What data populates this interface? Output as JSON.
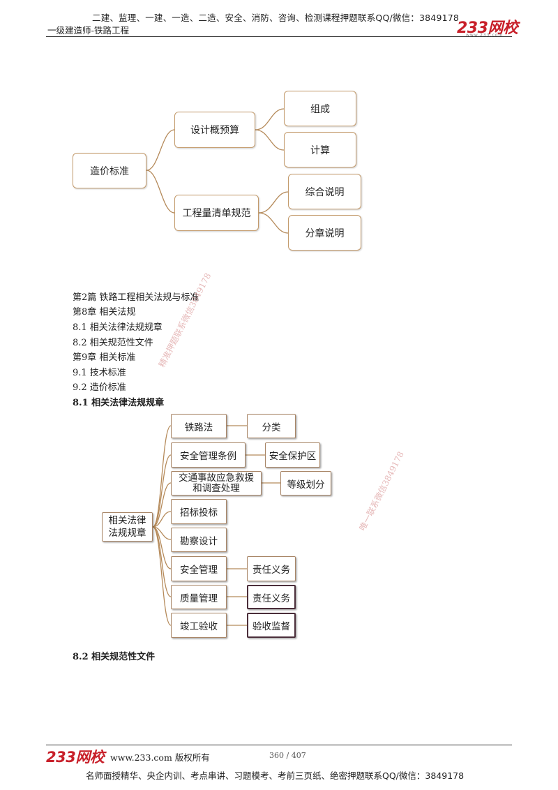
{
  "header": {
    "line1": "二建、监理、一建、一造、二造、安全、消防、咨询、检测课程押题联系QQ/微信：3849178",
    "line2": "一级建造师-铁路工程",
    "logo": "233网校",
    "logo_sub": "www.233.com"
  },
  "mindmap1": {
    "root": "造价标准",
    "branches": [
      {
        "label": "设计概预算",
        "children": [
          "组成",
          "计算"
        ]
      },
      {
        "label": "工程量清单规范",
        "children": [
          "综合说明",
          "分章说明"
        ]
      }
    ]
  },
  "toc": [
    {
      "text": "第2篇  铁路工程相关法规与标准"
    },
    {
      "text": "第8章  相关法规"
    },
    {
      "text": "8.1  相关法律法规规章"
    },
    {
      "text": "8.2  相关规范性文件"
    },
    {
      "text": "第9章  相关标准"
    },
    {
      "text": "9.1  技术标准"
    },
    {
      "text": "9.2  造价标准"
    }
  ],
  "section_heading_1": "8.1  相关法律法规规章",
  "mindmap2": {
    "root_line1": "相关法律",
    "root_line2": "法规规章",
    "branches": [
      {
        "label": "铁路法",
        "child": "分类"
      },
      {
        "label": "安全管理条例",
        "child": "安全保护区"
      },
      {
        "label_line1": "交通事故应急救援",
        "label_line2": "和调查处理",
        "child": "等级划分"
      },
      {
        "label": "招标投标"
      },
      {
        "label": "勘察设计"
      },
      {
        "label": "安全管理",
        "child": "责任义务"
      },
      {
        "label": "质量管理",
        "child": "责任义务"
      },
      {
        "label": "竣工验收",
        "child": "验收监督"
      }
    ]
  },
  "section_heading_2": "8.2  相关规范性文件",
  "watermarks": {
    "wm1": "精准押题联系微信3849178",
    "wm2": "唯一联系微信3849178"
  },
  "footer": {
    "logo": "233网校",
    "site": "www.233.com  版权所有",
    "page": "360 / 407",
    "ad": "名师面授精华、央企内训、考点串讲、习题模考、考前三页纸、绝密押题联系QQ/微信：3849178"
  },
  "colors": {
    "brand_red": "#c8202a",
    "connector_brown": "#b58a5a",
    "dark_border": "#4b2e3a"
  }
}
